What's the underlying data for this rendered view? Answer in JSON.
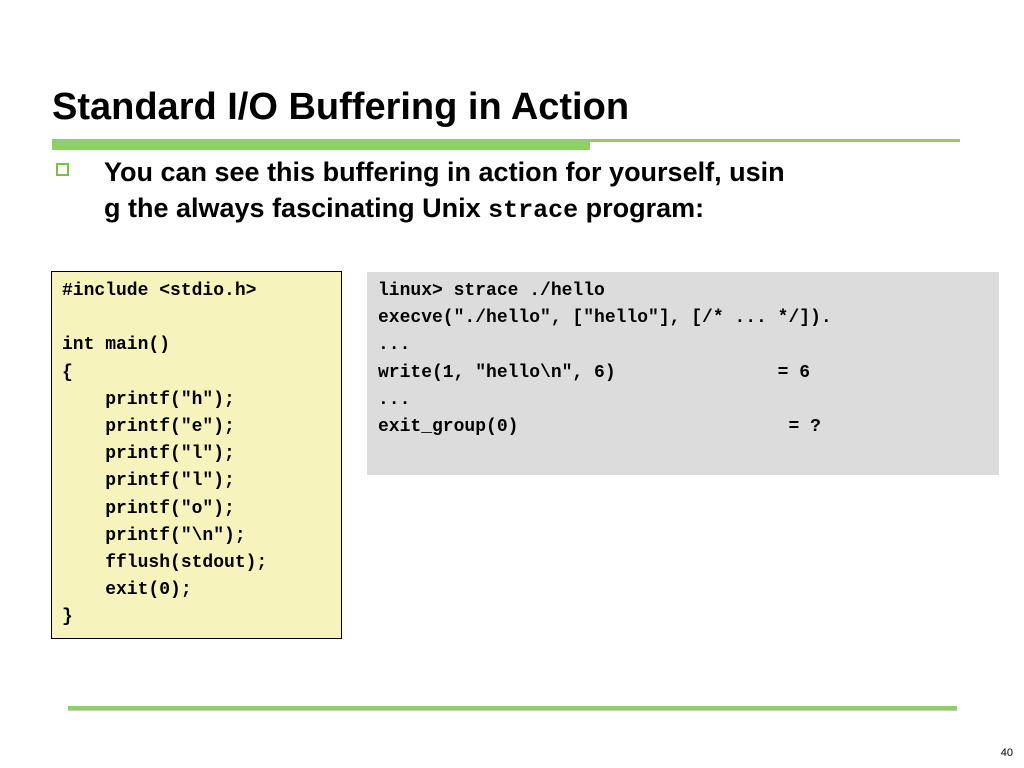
{
  "slide": {
    "title": "Standard I/O Buffering in Action",
    "bullet": {
      "line1": "You can see this buffering in action for yourself, usin",
      "line2_prefix": "g the always fascinating Unix ",
      "line2_code": "strace",
      "line2_suffix": " program:"
    },
    "page_number": "40"
  },
  "source_code": {
    "lines": [
      "#include <stdio.h>",
      "",
      "int main()",
      "{",
      "    printf(\"h\");",
      "    printf(\"e\");",
      "    printf(\"l\");",
      "    printf(\"l\");",
      "    printf(\"o\");",
      "    printf(\"\\n\");",
      "    fflush(stdout);",
      "    exit(0);",
      "}"
    ]
  },
  "strace_output": {
    "lines": [
      "linux> strace ./hello",
      "execve(\"./hello\", [\"hello\"], [/* ... */]).",
      "...",
      "write(1, \"hello\\n\", 6)               = 6",
      "...",
      "exit_group(0)                         = ?"
    ]
  },
  "colors": {
    "accent_green": "#8ed063",
    "bullet_green": "#7cc04b",
    "code_box_yellow": "#f6f3bd",
    "code_box_gray": "#dcdcdc"
  }
}
